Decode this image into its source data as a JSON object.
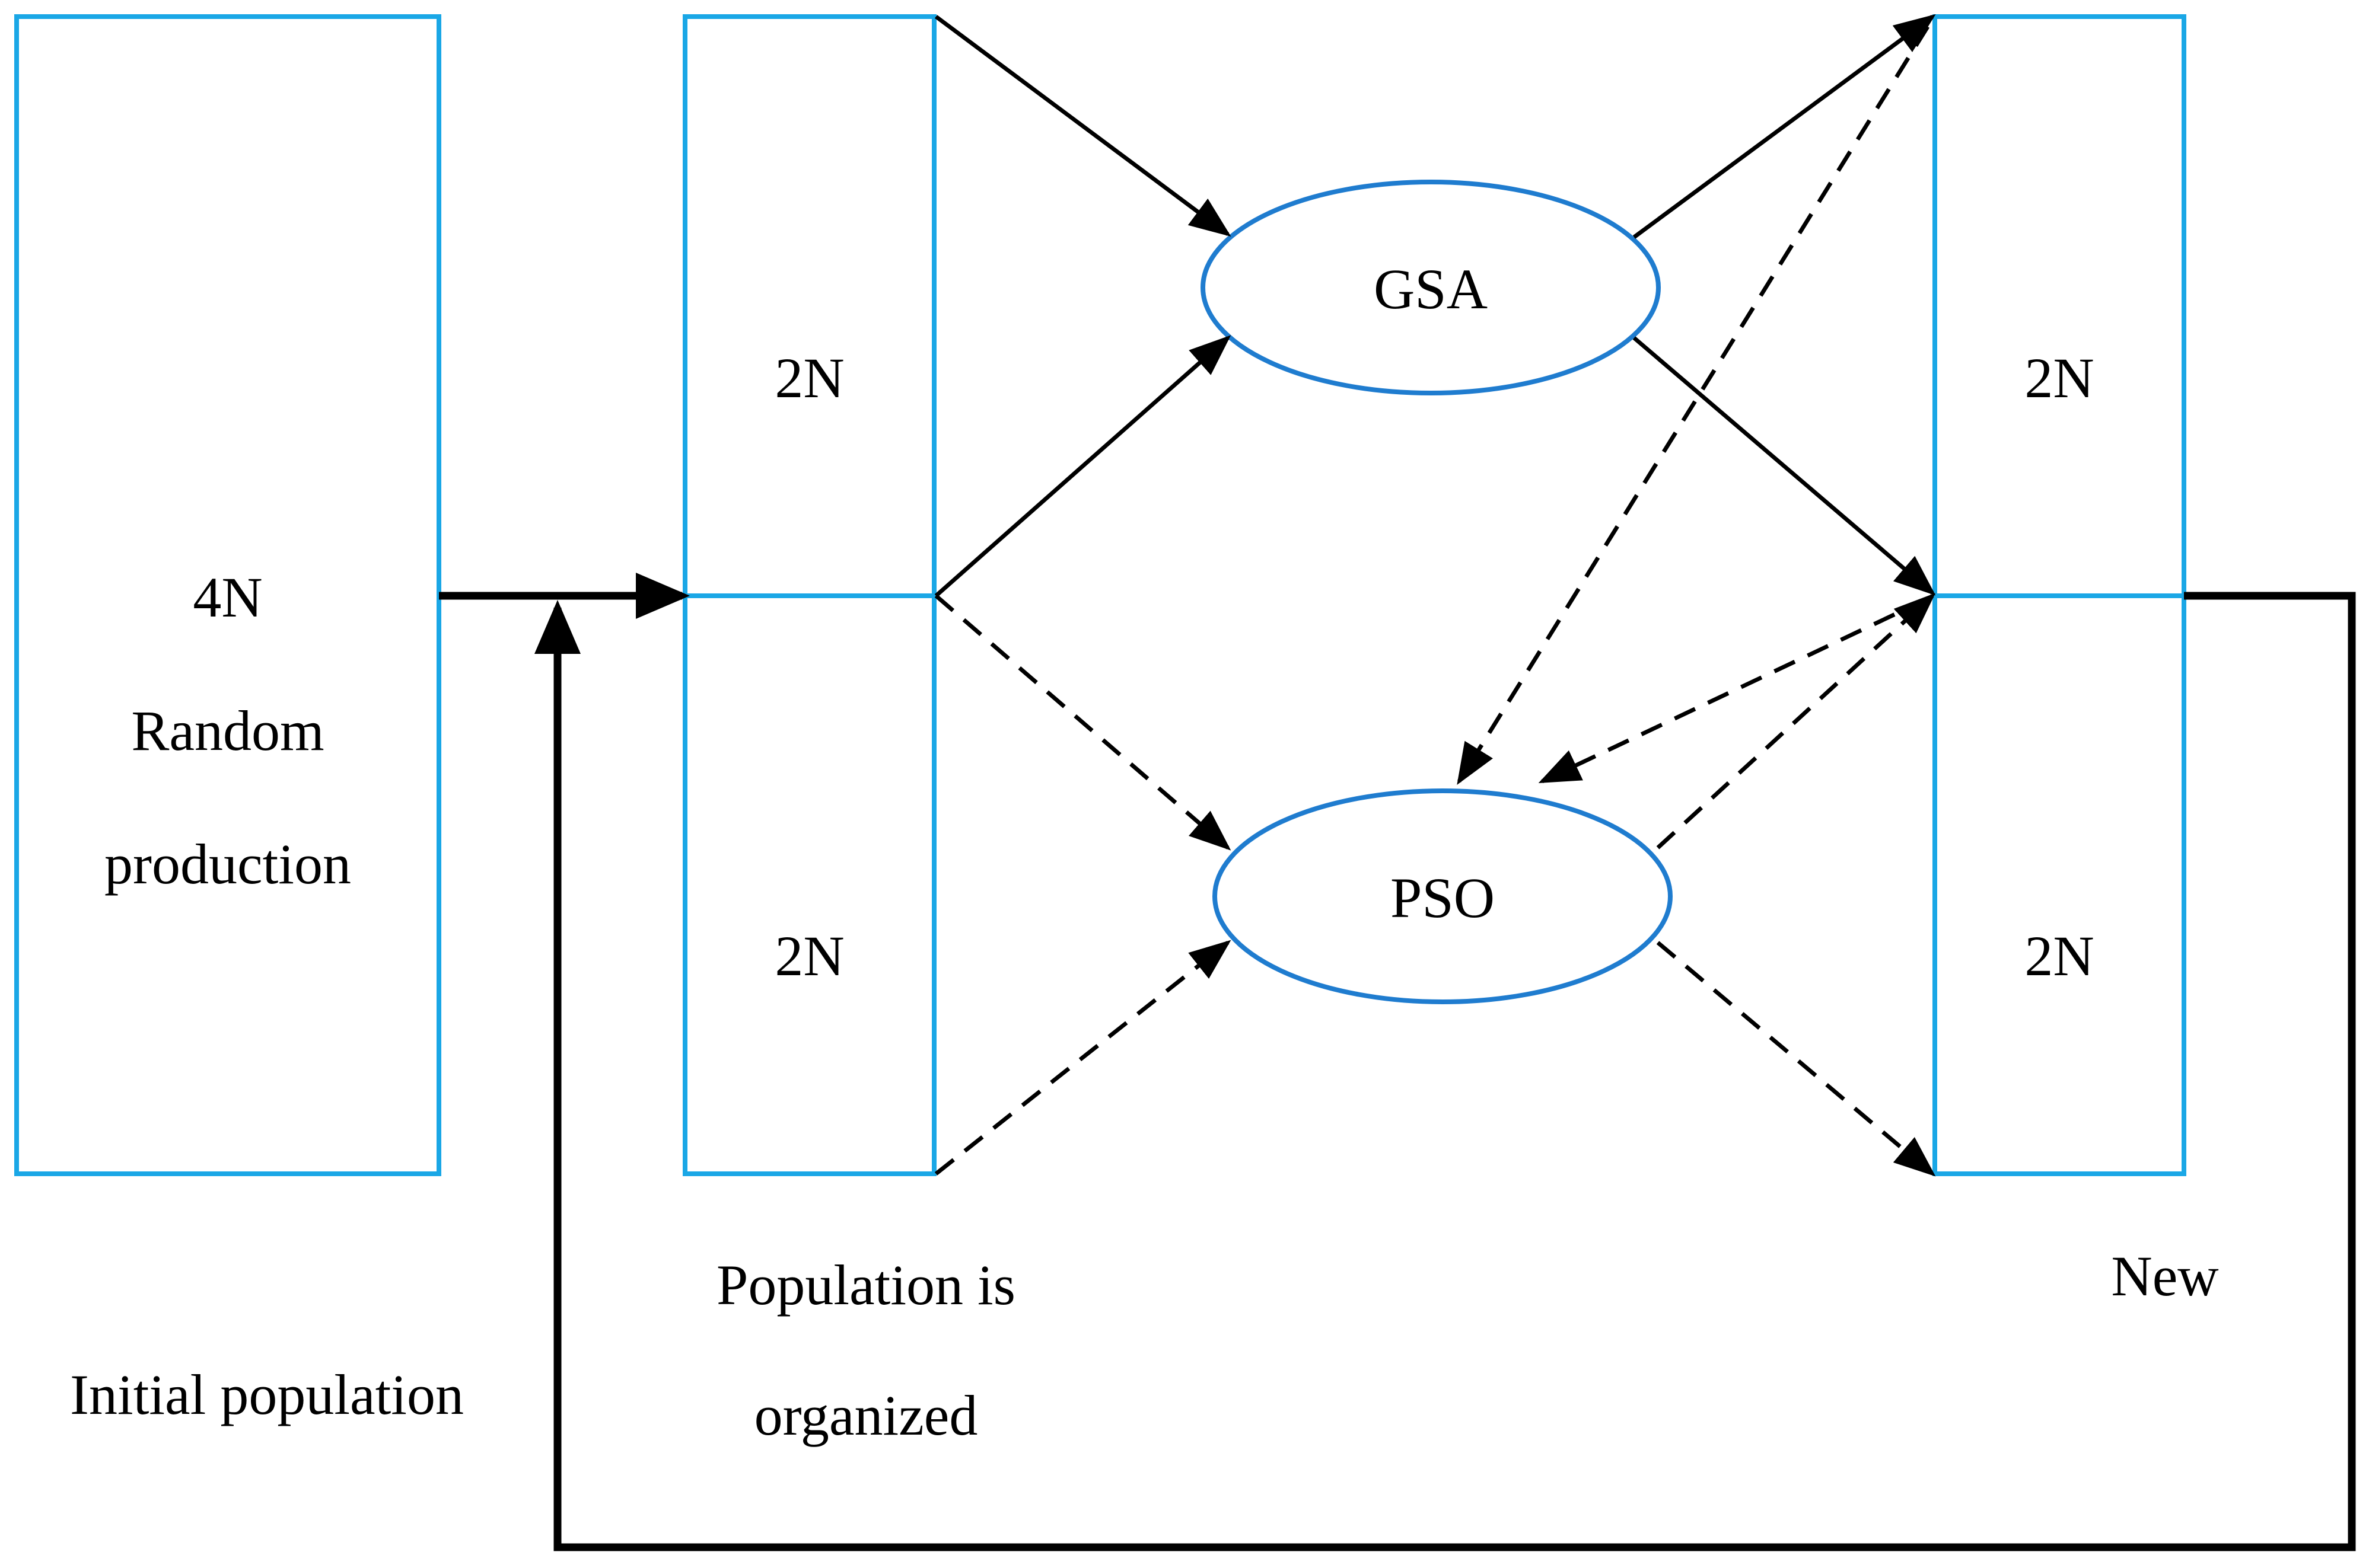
{
  "colors": {
    "box_stroke": "#1aa7e6",
    "ellipse_stroke": "#1f7ccf",
    "arrow": "#000000",
    "background": "#ffffff"
  },
  "initial_block": {
    "lines": [
      "4N",
      "Random",
      "production"
    ]
  },
  "organized_block": {
    "top_label": "2N",
    "bottom_label": "2N"
  },
  "new_block": {
    "top_label": "2N",
    "bottom_label": "2N"
  },
  "nodes": {
    "gsa": "GSA",
    "pso": "PSO"
  },
  "captions": {
    "initial": "Initial population",
    "organized_line1": "Population is",
    "organized_line2": "organized",
    "new": "New"
  }
}
